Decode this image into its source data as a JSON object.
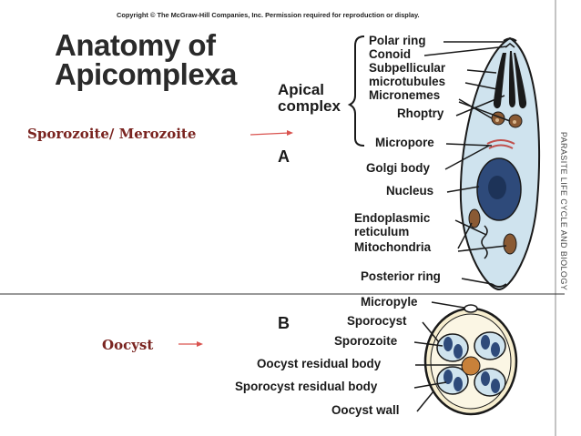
{
  "copyright": "Copyright © The McGraw-Hill Companies, Inc. Permission required for reproduction or display.",
  "title_line1": "Anatomy of",
  "title_line2": "Apicomplexa",
  "side_text": "PARASITE LIFE CYCLE AND BIOLOGY",
  "labels_left": {
    "sporozoite": "Sporozoite/ Merozoite",
    "oocyst": "Oocyst"
  },
  "apical_complex": {
    "line1": "Apical",
    "line2": "complex"
  },
  "panel_a": {
    "letter": "A",
    "parts": {
      "polar_ring": "Polar ring",
      "conoid": "Conoid",
      "subpellicular1": "Subpellicular",
      "subpellicular2": "microtubules",
      "micronemes": "Micronemes",
      "rhoptry": "Rhoptry",
      "micropore": "Micropore",
      "golgi": "Golgi body",
      "nucleus": "Nucleus",
      "er1": "Endoplasmic",
      "er2": "reticulum",
      "mitochondria": "Mitochondria",
      "posterior_ring": "Posterior ring"
    }
  },
  "panel_b": {
    "letter": "B",
    "parts": {
      "micropyle": "Micropyle",
      "sporocyst": "Sporocyst",
      "sporozoite": "Sporozoite",
      "oocyst_residual": "Oocyst residual body",
      "sporocyst_residual": "Sporocyst residual body",
      "oocyst_wall": "Oocyst wall"
    }
  },
  "colors": {
    "label_red": "#7a2420",
    "arrow_red": "#d9534f",
    "cell_fill": "#cfe3ee",
    "nucleus": "#2e4a7a",
    "rhoptry": "#1a1a1a",
    "mito": "#8a5a34",
    "residual": "#c8813a"
  }
}
